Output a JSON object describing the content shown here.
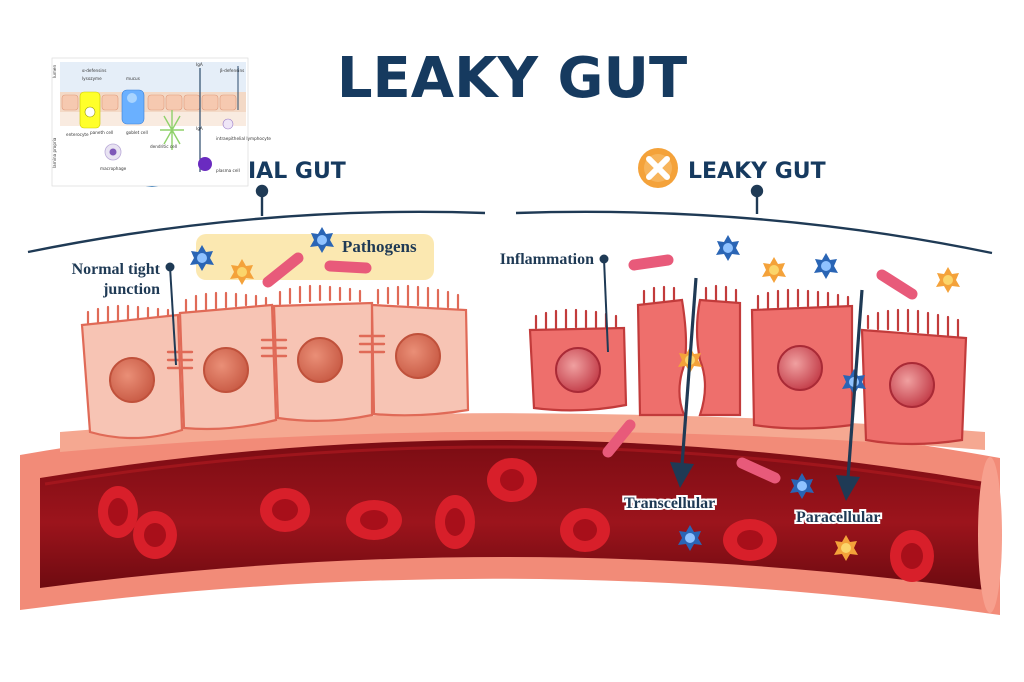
{
  "title": "LEAKY GUT",
  "sections": {
    "normal": {
      "heading": "IAL GUT"
    },
    "leaky": {
      "heading": "LEAKY GUT",
      "badge_icon": "x-icon"
    }
  },
  "labels": {
    "pathogens": "Pathogens",
    "normal_tight_junction_line1": "Normal tight",
    "normal_tight_junction_line2": "junction",
    "inflammation": "Inflammation",
    "transcellular": "Transcellular",
    "paracellular": "Paracellular"
  },
  "inset": {
    "lumen": "lumen",
    "lamina_propria": "lamina propria",
    "enterocyte": "enterocyte",
    "alpha_defensins": "α-defensins",
    "lysozyme": "lysozyme",
    "paneth_cell": "paneth\ncell",
    "goblet_cell": "goblet\ncell",
    "mucus": "mucus",
    "dendritic_cell": "dendritic\ncell",
    "macrophage": "macrophage",
    "iga": "IgA",
    "plasma_cell": "plasma\ncell",
    "beta_defensins": "β-defensins",
    "intraepithelial_lymphocyte": "intraepithelial\nlymphocyte"
  },
  "colors": {
    "title": "#163a5f",
    "label": "#1f3a55",
    "badge": "#f4a23a",
    "normal_cell_fill": "#f7c4b4",
    "normal_cell_stroke": "#e06a57",
    "inflamed_cell_fill": "#ee6f6c",
    "inflamed_cell_stroke": "#c23b3b",
    "vessel_outer": "#f28b78",
    "vessel_inner": "#8b0f17",
    "rbc": "#d81f2a",
    "pathogen_highlight": "#fbe6a8"
  }
}
